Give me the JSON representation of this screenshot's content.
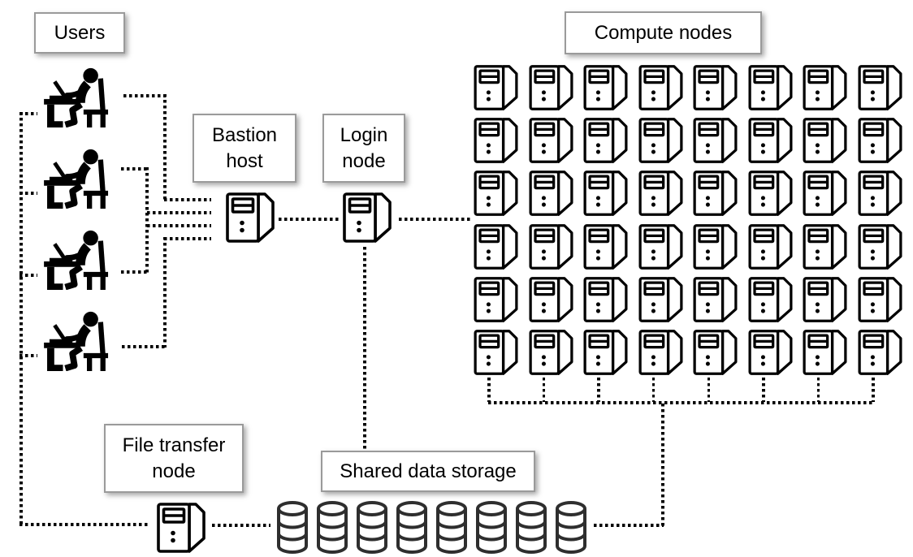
{
  "labels": {
    "users": "Users",
    "bastion": "Bastion host",
    "login": "Login node",
    "compute": "Compute nodes",
    "file_transfer": "File transfer node",
    "storage": "Shared data storage"
  },
  "counts": {
    "users": 4,
    "compute_nodes": 48,
    "compute_columns": 8,
    "compute_rows": 6,
    "storage_disks": 8
  },
  "icons": {
    "user": "person-at-desk-with-laptop-icon",
    "server": "tower-server-icon",
    "storage": "database-cylinder-icon"
  },
  "colors": {
    "background": "#ffffff",
    "line": "#000000",
    "icon_stroke": "#000000",
    "storage_stroke": "#2e2e2e",
    "box_border": "#9a9a9a",
    "text": "#000000"
  },
  "connections": [
    "users - bastion host",
    "bastion host - login node",
    "login node - compute nodes",
    "login node - shared data storage",
    "users - file transfer node",
    "file transfer node - shared data storage",
    "shared data storage - compute nodes"
  ]
}
